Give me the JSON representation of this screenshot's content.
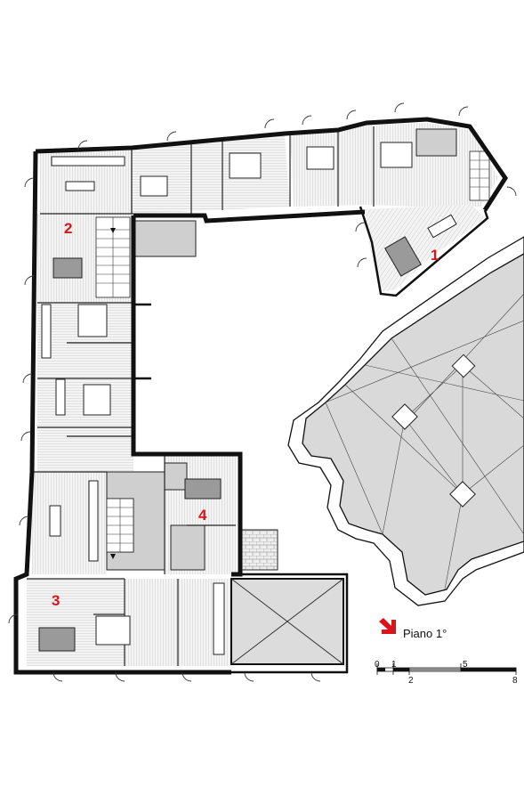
{
  "apartments": [
    {
      "id": "apartment-1",
      "label": "1"
    },
    {
      "id": "apartment-2",
      "label": "2"
    },
    {
      "id": "apartment-3",
      "label": "3"
    },
    {
      "id": "apartment-4",
      "label": "4"
    }
  ],
  "legend": {
    "floor_label": "Piano 1°",
    "arrow_icon": "red-diagonal-arrow-icon",
    "arrow_color": "#d9141b"
  },
  "scale_bar": {
    "ticks_top": [
      "0",
      "1",
      "5"
    ],
    "ticks_bottom": [
      "2",
      "8"
    ]
  }
}
